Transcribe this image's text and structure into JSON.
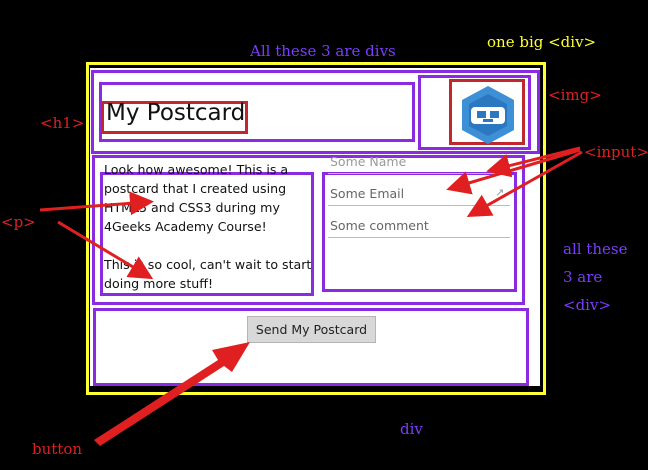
{
  "annotations": {
    "divs_top": "All these 3 are divs",
    "one_big_div": "one big <div>",
    "h1": "<h1>",
    "img": "<img>",
    "input": "<input>",
    "p": "<p>",
    "all_these_1": "all these",
    "all_these_2": "3 are",
    "all_these_3": "<div>",
    "div_bottom": "div",
    "button": "button"
  },
  "postcard": {
    "title": "My Postcard",
    "paragraph_1": "Look how awesome! This is a postcard that I created using HTML5 and CSS3 during my 4Geeks Academy Course!",
    "paragraph_2": "This is so cool, can't wait to start doing more stuff!",
    "name_placeholder": "Some Name",
    "email_placeholder": "Some Email",
    "comment_placeholder": "Some comment",
    "send_label": "Send My Postcard",
    "logo_icon": "4geeks-robot-icon"
  },
  "colors": {
    "div_border": "#8a2be2",
    "element_border": "#c0282d",
    "outer_border": "#ffff33",
    "arrow": "#e02020"
  }
}
